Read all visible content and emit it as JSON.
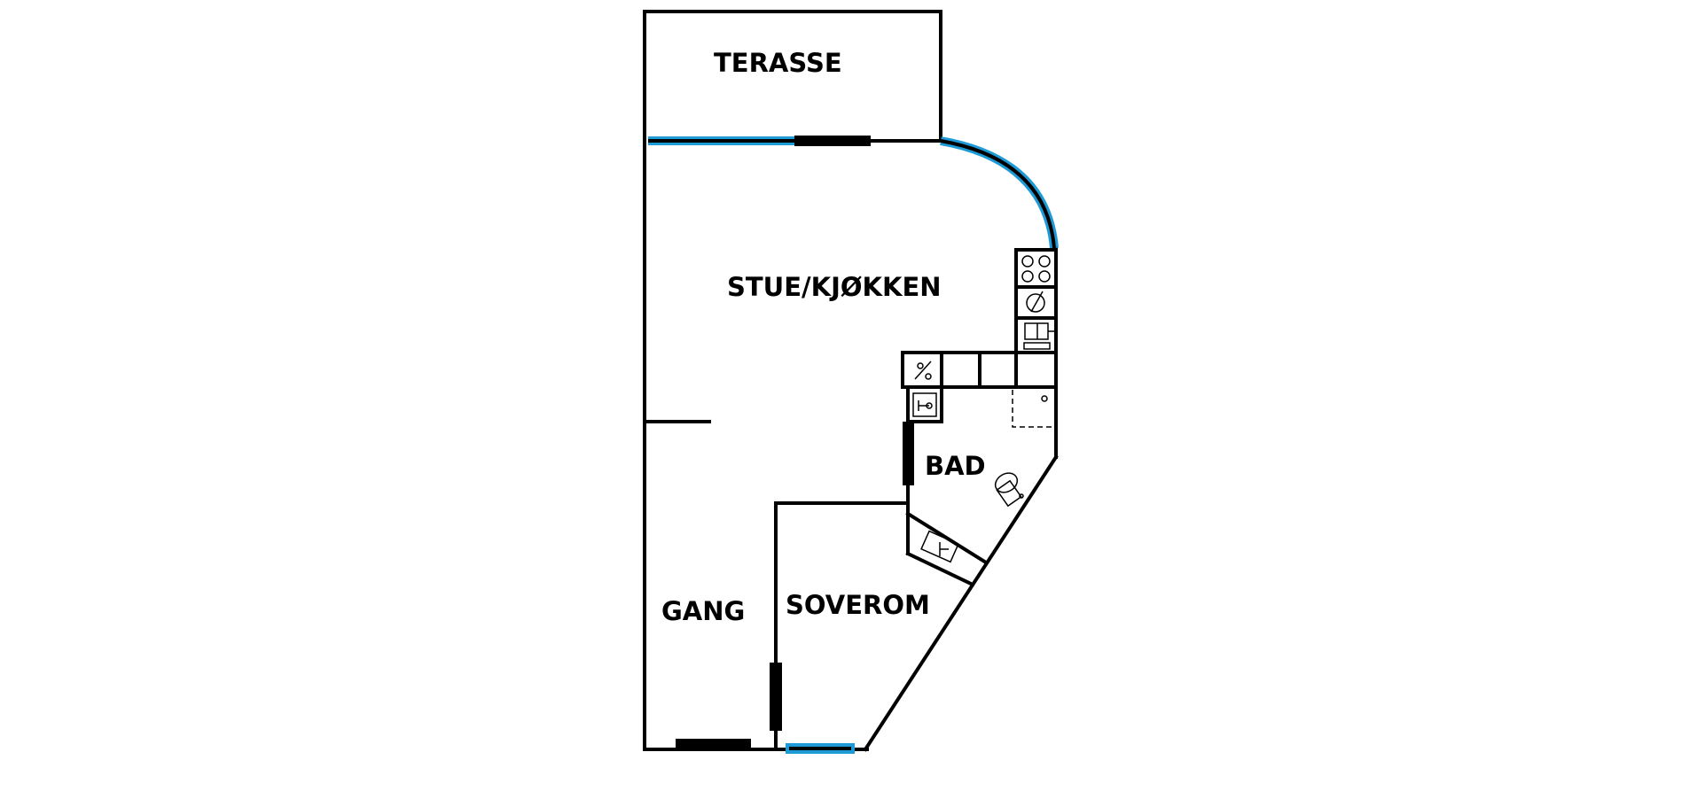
{
  "rooms": {
    "terrace": "TERASSE",
    "living_kitchen": "STUE/KJØKKEN",
    "bathroom": "BAD",
    "hallway": "GANG",
    "bedroom": "SOVEROM"
  },
  "colors": {
    "wall": "#000000",
    "window": "#1e9bd7",
    "background": "#ffffff"
  }
}
